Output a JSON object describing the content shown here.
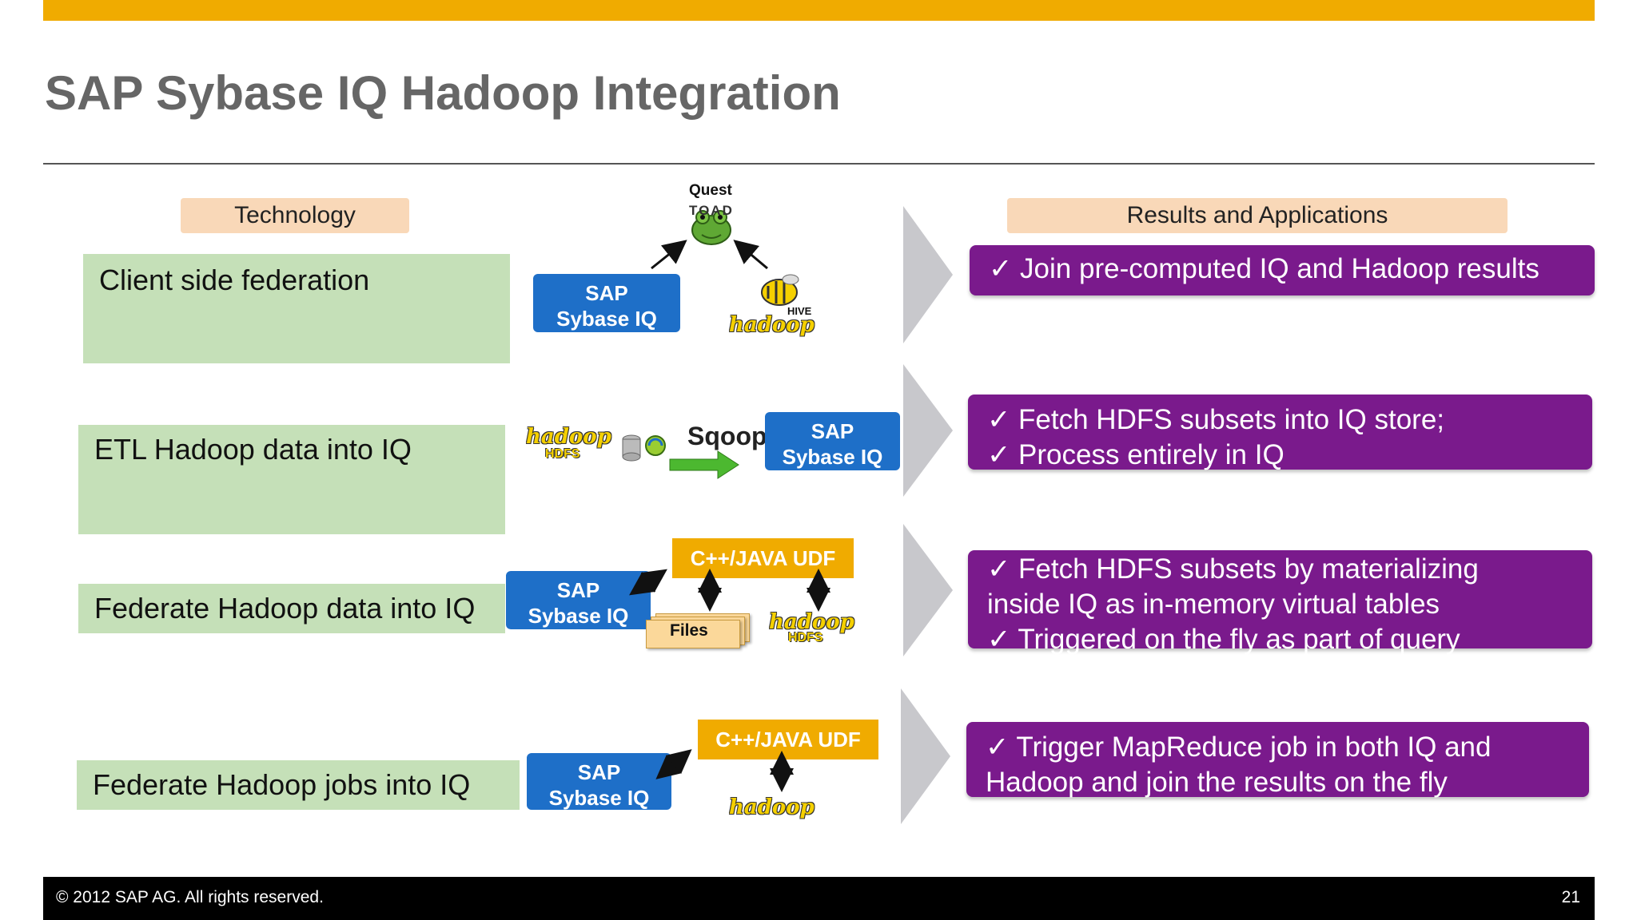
{
  "slide": {
    "title": "SAP Sybase IQ Hadoop Integration",
    "page_number": "21",
    "copyright": "© 2012 SAP AG. All rights reserved."
  },
  "headers": {
    "technology": "Technology",
    "results": "Results and Applications"
  },
  "rows": [
    {
      "technology": "Client side federation",
      "results": [
        "✓ Join pre-computed IQ and Hadoop results"
      ]
    },
    {
      "technology": "ETL Hadoop data into IQ",
      "results": [
        "✓ Fetch HDFS subsets into IQ store;",
        "✓ Process entirely in IQ"
      ]
    },
    {
      "technology": "Federate Hadoop data into IQ",
      "results": [
        "✓ Fetch HDFS subsets by materializing",
        "inside IQ as in-memory virtual tables",
        "✓ Triggered on the fly as part of query"
      ]
    },
    {
      "technology": "Federate Hadoop jobs into IQ",
      "results": [
        "✓ Trigger MapReduce job in both IQ and",
        "Hadoop and join the results on the fly"
      ]
    }
  ],
  "diagram": {
    "sap_line1": "SAP",
    "sap_line2": "Sybase IQ",
    "quest": "Quest",
    "toad": "TOAD",
    "hive": "HIVE",
    "hadoop": "hadoop",
    "hdfs": "HDFS",
    "sqoop": "Sqoop",
    "udf": "C++/JAVA UDF",
    "files": "Files"
  },
  "colors": {
    "accent_bar": "#F0AB00",
    "technology_box": "#C5E0B8",
    "result_box": "#7A1A8C",
    "sap_box": "#1E6FC8",
    "header_box": "#F9D8B8"
  }
}
